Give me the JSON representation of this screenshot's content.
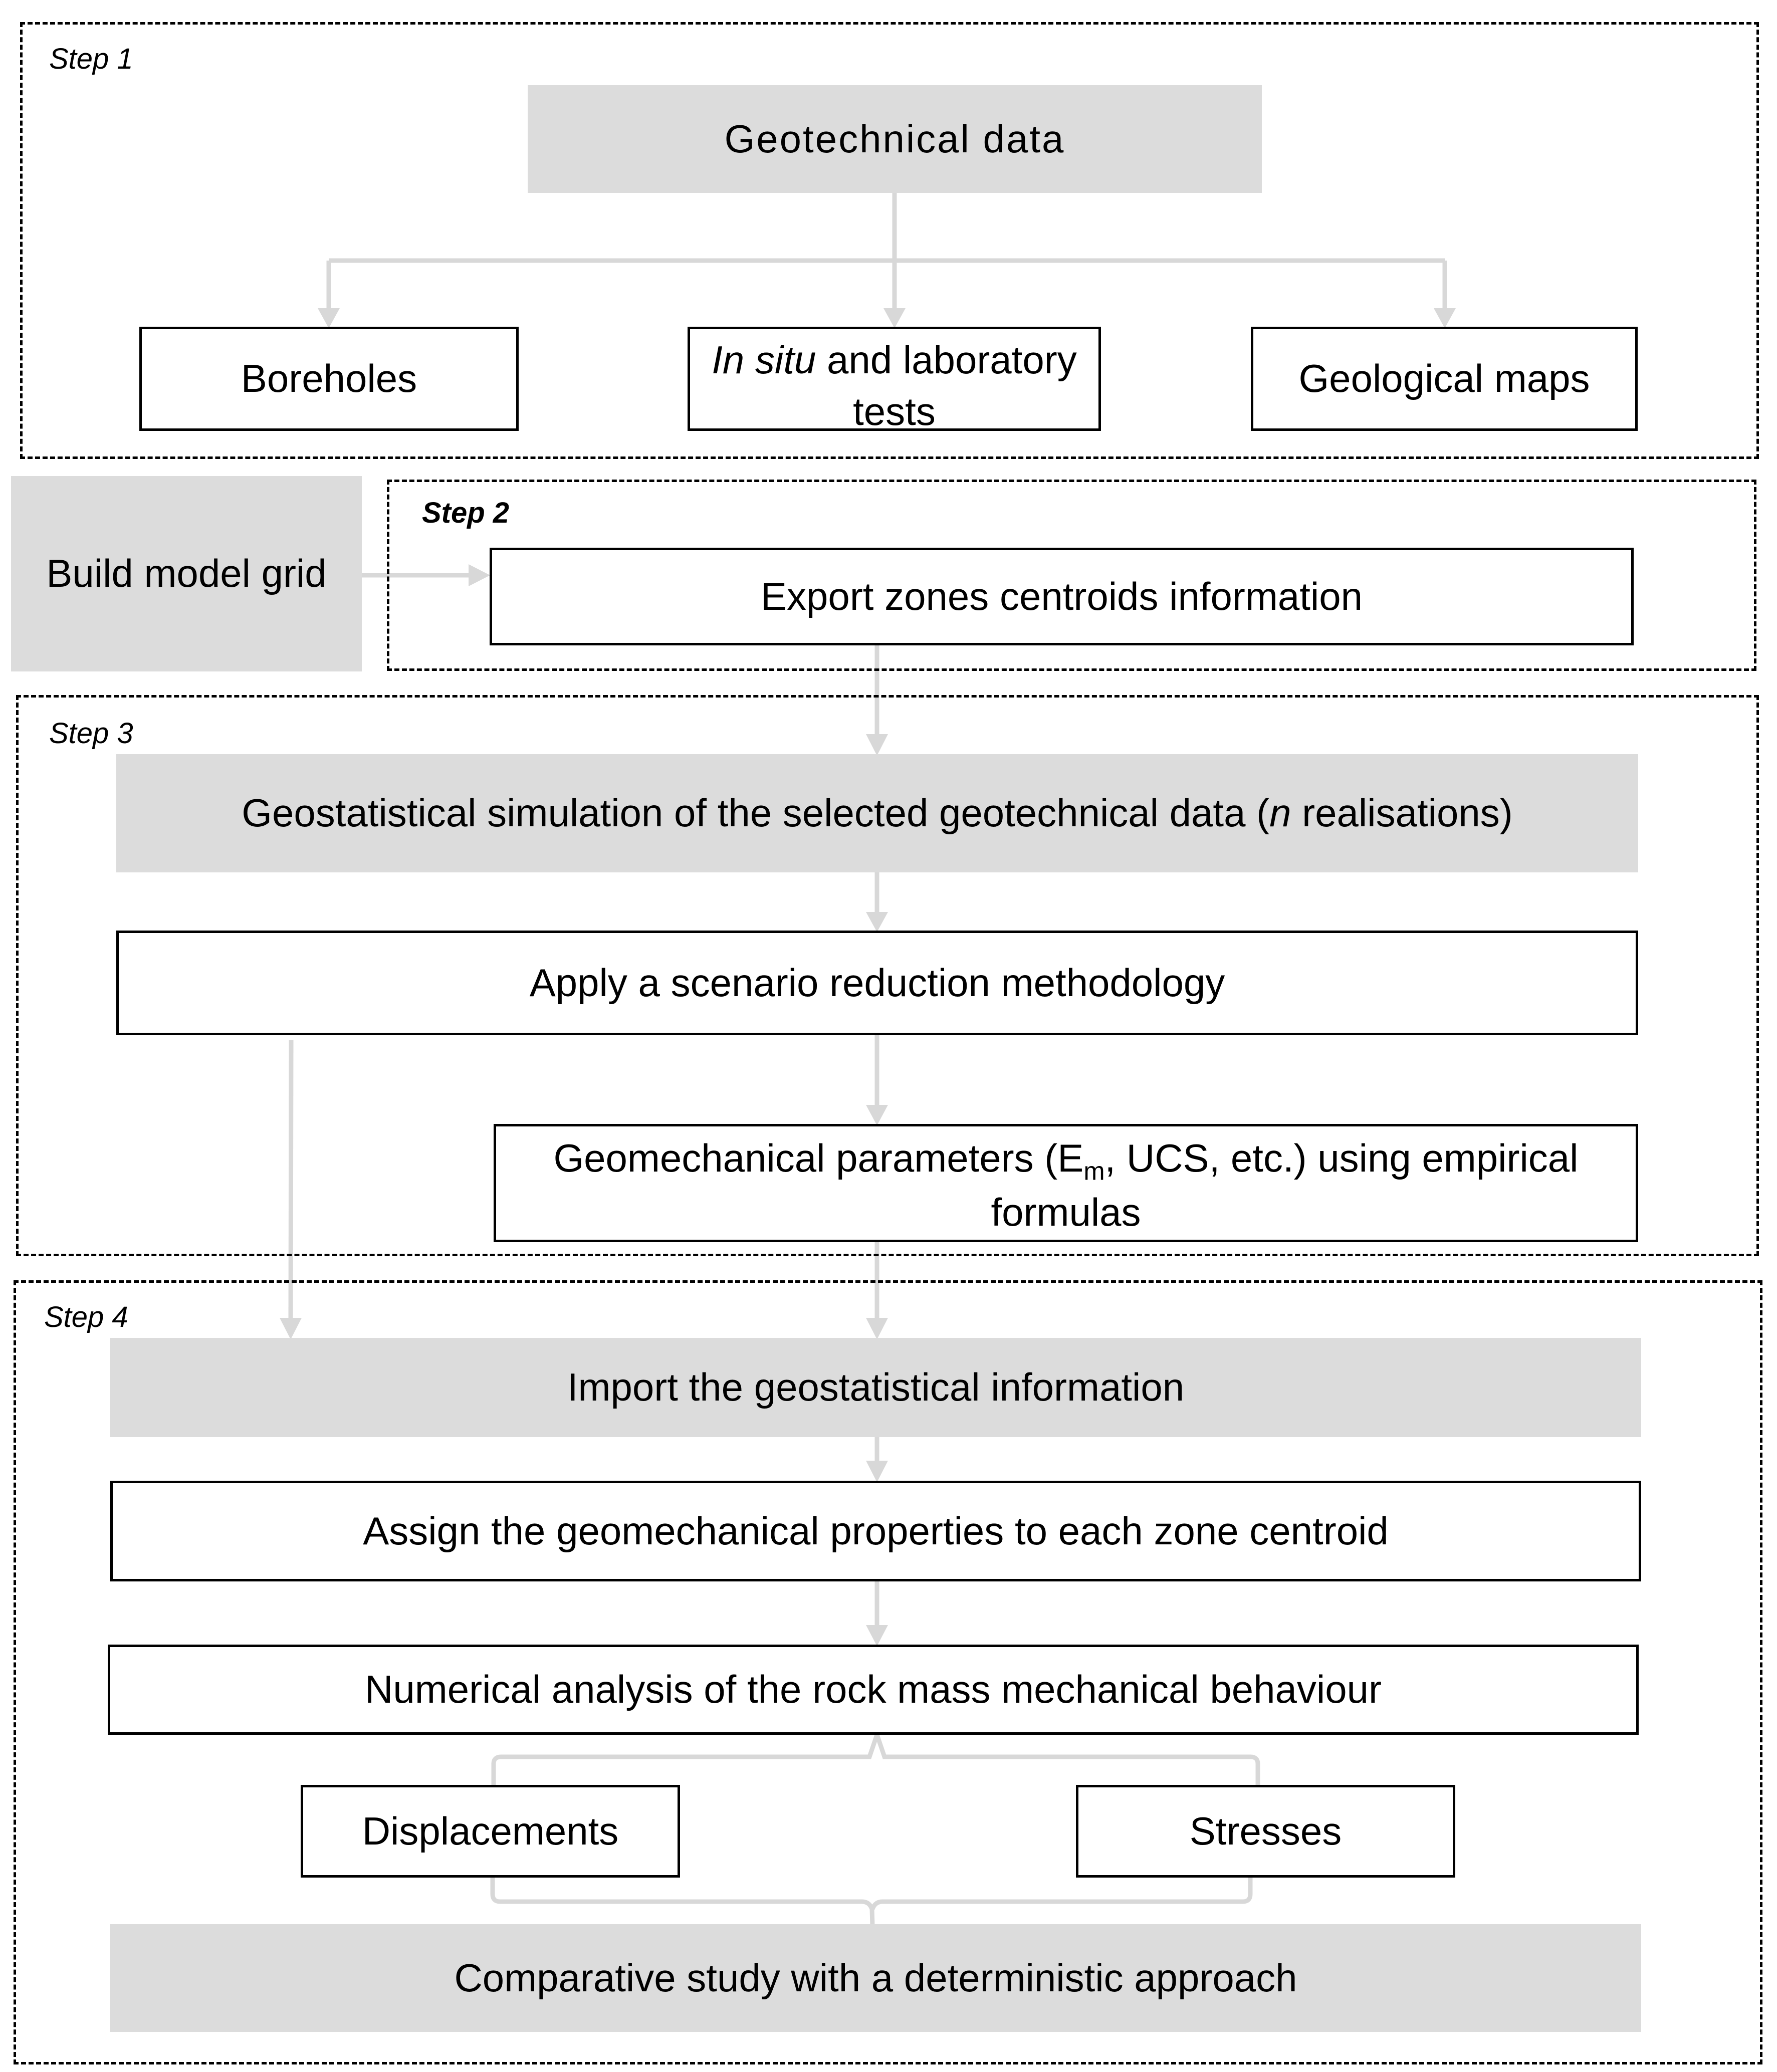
{
  "steps": {
    "step1": "Step 1",
    "step2": "Step 2",
    "step3": "Step 3",
    "step4": "Step 4"
  },
  "boxes": {
    "geotechnical_data": "Geotechnical data",
    "boreholes": "Boreholes",
    "in_situ_italic": "In situ",
    "in_situ_rest": " and laboratory tests",
    "geological_maps": "Geological maps",
    "build_model_grid": "Build model grid",
    "export_zones": "Export zones centroids information",
    "geostat_sim_pre": "Geostatistical simulation of the selected geotechnical data (",
    "geostat_sim_n": "n",
    "geostat_sim_post": " realisations)",
    "scenario_reduction": "Apply a scenario reduction methodology",
    "geomech_pre": "Geomechanical parameters (E",
    "geomech_sub": "m",
    "geomech_post": ", UCS, etc.) using empirical formulas",
    "import_geostat": "Import the geostatistical information",
    "assign_props": "Assign the geomechanical properties to each zone centroid",
    "numerical_analysis": "Numerical analysis of the rock mass mechanical behaviour",
    "displacements": "Displacements",
    "stresses": "Stresses",
    "comparative_study": "Comparative study with a deterministic approach"
  }
}
